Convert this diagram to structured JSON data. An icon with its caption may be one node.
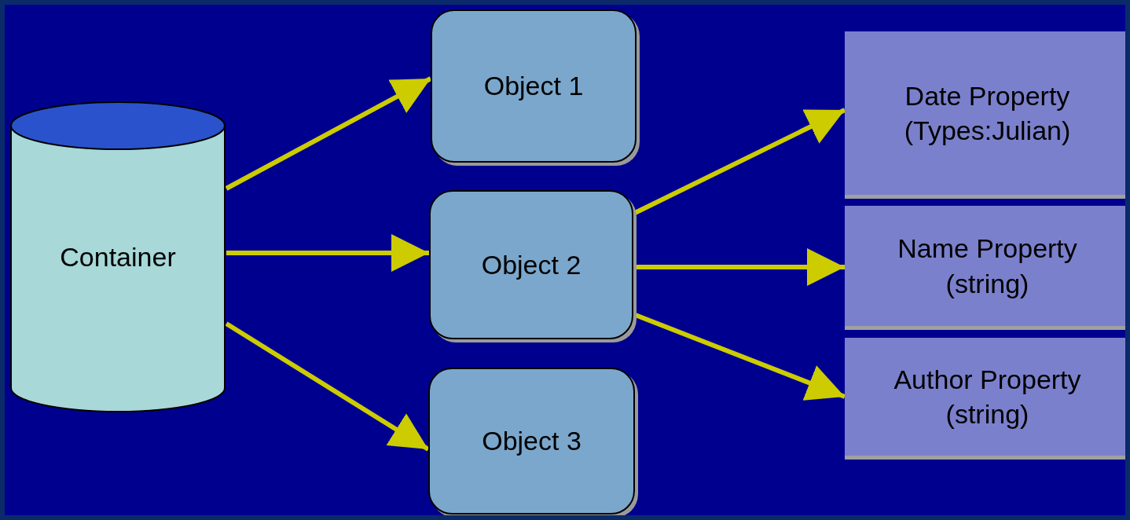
{
  "diagram": {
    "nodes": [
      {
        "text": [
          "Container"
        ]
      },
      {
        "text": [
          "Object 1"
        ]
      },
      {
        "text": [
          "Object 2"
        ]
      },
      {
        "text": [
          "Object 3"
        ]
      },
      {
        "text": [
          "Date Property (Types:Julian)"
        ]
      },
      {
        "text": [
          "Name Property (string)"
        ]
      },
      {
        "text": [
          "Author Property (string)"
        ]
      }
    ],
    "edges": [
      {
        "from": 0,
        "to": 1,
        "arrow": "to"
      },
      {
        "from": 0,
        "to": 2,
        "arrow": "to"
      },
      {
        "from": 0,
        "to": 3,
        "arrow": "to"
      },
      {
        "from": 2,
        "to": 4,
        "arrow": "to"
      },
      {
        "from": 2,
        "to": 5,
        "arrow": "to"
      },
      {
        "from": 2,
        "to": 6,
        "arrow": "to"
      }
    ]
  }
}
